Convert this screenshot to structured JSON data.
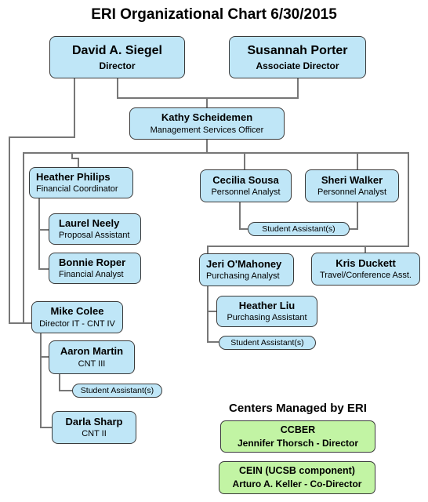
{
  "title": "ERI Organizational Chart 6/30/2015",
  "people": {
    "siegel": {
      "name": "David A. Siegel",
      "role": "Director"
    },
    "porter": {
      "name": "Susannah Porter",
      "role": "Associate Director"
    },
    "scheidemen": {
      "name": "Kathy Scheidemen",
      "role": "Management Services Officer"
    },
    "philips": {
      "name": "Heather Philips",
      "role": "Financial Coordinator"
    },
    "neely": {
      "name": "Laurel Neely",
      "role": "Proposal Assistant"
    },
    "roper": {
      "name": "Bonnie Roper",
      "role": "Financial Analyst"
    },
    "sousa": {
      "name": "Cecilia Sousa",
      "role": "Personnel Analyst"
    },
    "walker": {
      "name": "Sheri Walker",
      "role": "Personnel Analyst"
    },
    "omahoney": {
      "name": "Jeri O'Mahoney",
      "role": "Purchasing Analyst"
    },
    "duckett": {
      "name": "Kris Duckett",
      "role": "Travel/Conference Asst."
    },
    "liu": {
      "name": "Heather Liu",
      "role": "Purchasing Assistant"
    },
    "colee": {
      "name": "Mike Colee",
      "role": "Director IT - CNT IV"
    },
    "martin": {
      "name": "Aaron Martin",
      "role": "CNT III"
    },
    "sharp": {
      "name": "Darla Sharp",
      "role": "CNT II"
    }
  },
  "student_assistants": {
    "personnel": "Student Assistant(s)",
    "purchasing": "Student Assistant(s)",
    "it": "Student Assistant(s)"
  },
  "centers": {
    "heading": "Centers Managed by ERI",
    "items": [
      {
        "name": "CCBER",
        "leader": "Jennifer Thorsch - Director"
      },
      {
        "name": "CEIN (UCSB component)",
        "leader": "Arturo A. Keller - Co-Director"
      }
    ]
  }
}
